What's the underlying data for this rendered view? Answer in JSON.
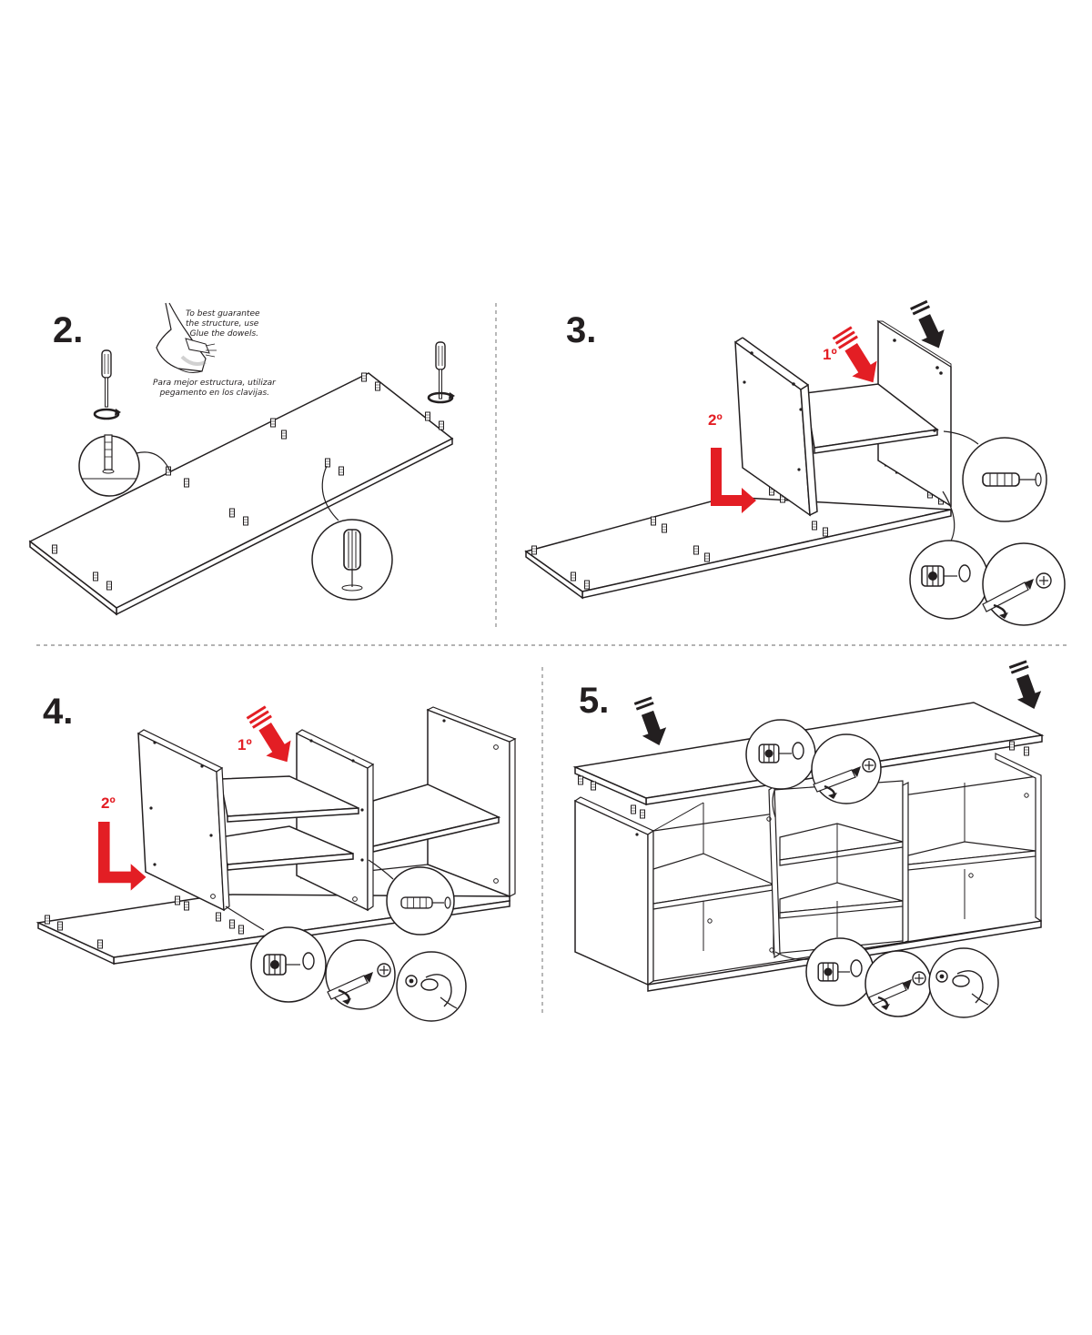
{
  "steps": [
    {
      "number": "2."
    },
    {
      "number": "3."
    },
    {
      "number": "4."
    },
    {
      "number": "5."
    }
  ],
  "note": {
    "en_line1": "To best guarantee",
    "en_line2": "the structure, use",
    "en_line3": "Glue the dowels.",
    "es_line1": "Para mejor estructura, utilizar",
    "es_line2": "pegamento en los clavijas."
  },
  "order_labels": {
    "first": "1º",
    "second": "2º"
  },
  "colors": {
    "ink": "#231f20",
    "accent": "#e31e24",
    "divider": "#9a9a9a"
  }
}
